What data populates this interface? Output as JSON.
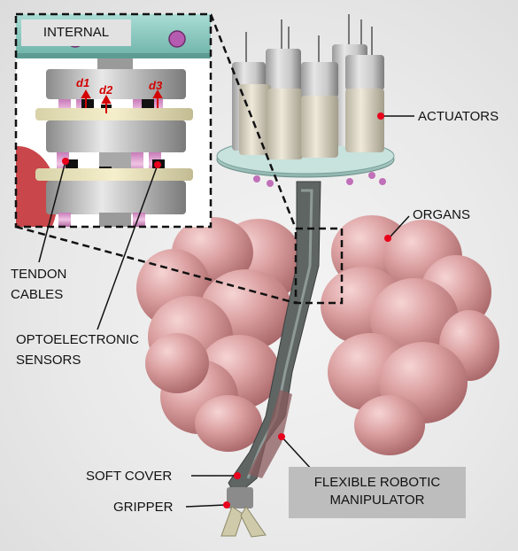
{
  "inset": {
    "title": "INTERNAL",
    "distance_labels": [
      "d1",
      "d2",
      "d3"
    ]
  },
  "labels": {
    "actuators": "ACTUATORS",
    "organs": "ORGANS",
    "tendon_cables": [
      "TENDON",
      "CABLES"
    ],
    "optoelectronic_sensors": [
      "OPTOELECTRONIC",
      "SENSORS"
    ],
    "soft_cover": "SOFT COVER",
    "gripper": "GRIPPER",
    "flexible_robotic_manipulator": [
      "FLEXIBLE ROBOTIC",
      "MANIPULATOR"
    ]
  },
  "colors": {
    "marker": "#e8001c",
    "organ": "#d9989a",
    "label_box": "#bdbdbd",
    "inset_title_box": "#e2e2e2",
    "distance_label": "#d40000"
  }
}
